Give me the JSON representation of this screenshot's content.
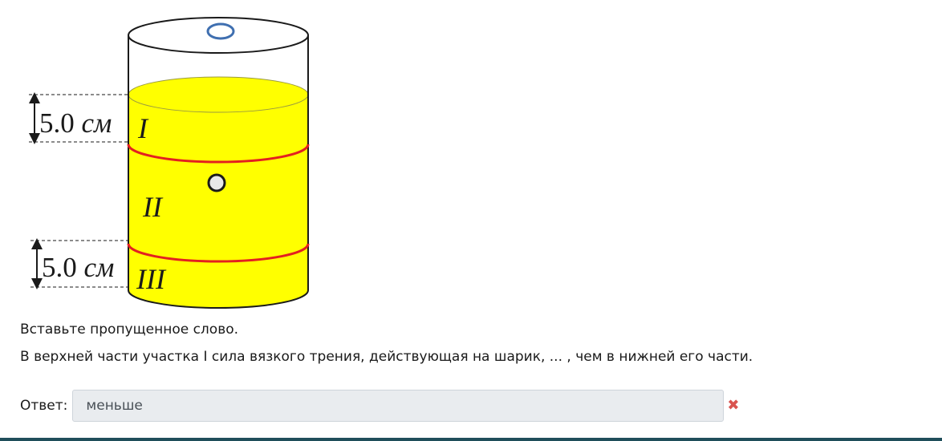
{
  "figure": {
    "top_measure": {
      "value": "5.0",
      "unit": "см"
    },
    "bottom_measure": {
      "value": "5.0",
      "unit": "см"
    },
    "zones": [
      "I",
      "II",
      "III"
    ]
  },
  "task": {
    "instruction": "Вставьте пропущенное слово.",
    "question": "В верхней части участка I сила вязкого трения, действующая на шарик, ... , чем в нижней его части."
  },
  "answer": {
    "label": "Ответ:",
    "value": "меньше",
    "status_icon": "cross-icon",
    "status_color": "#d9534f"
  },
  "colors": {
    "liquid": "#ffff00",
    "boundary": "#e32020",
    "opening": "#3f6fb0",
    "bottom_rule": "#1f4e5a"
  }
}
